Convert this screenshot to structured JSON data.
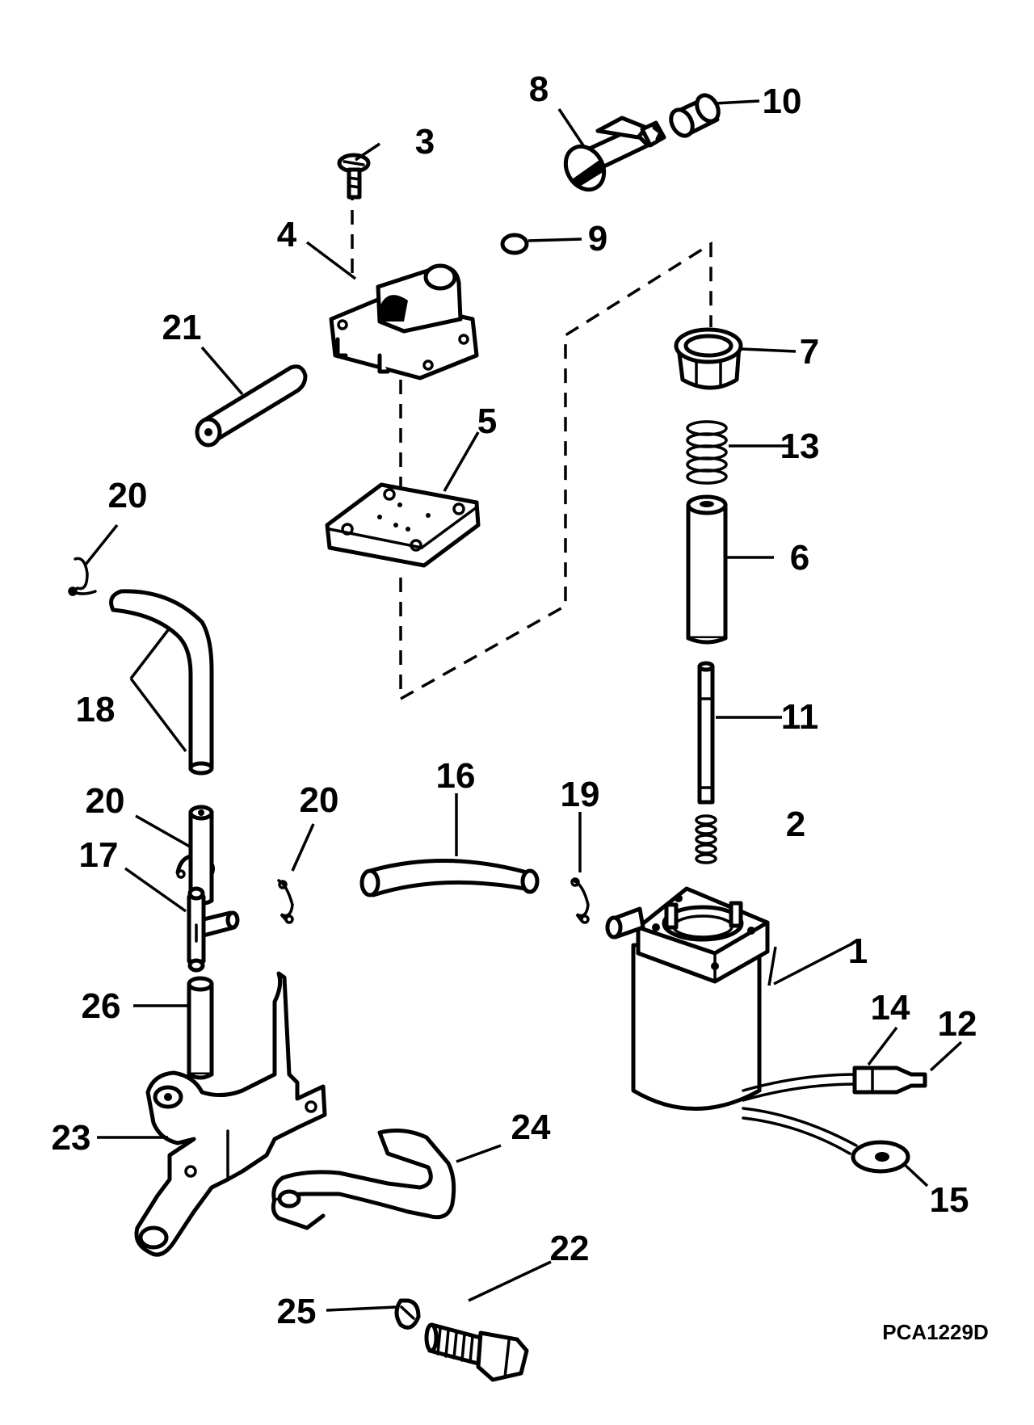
{
  "diagram": {
    "drawing_code": "PCA1229D",
    "callouts": [
      {
        "id": "c1",
        "label": "1"
      },
      {
        "id": "c2",
        "label": "2"
      },
      {
        "id": "c3",
        "label": "3"
      },
      {
        "id": "c4",
        "label": "4"
      },
      {
        "id": "c5",
        "label": "5"
      },
      {
        "id": "c6",
        "label": "6"
      },
      {
        "id": "c7",
        "label": "7"
      },
      {
        "id": "c8",
        "label": "8"
      },
      {
        "id": "c9",
        "label": "9"
      },
      {
        "id": "c10",
        "label": "10"
      },
      {
        "id": "c11",
        "label": "11"
      },
      {
        "id": "c12",
        "label": "12"
      },
      {
        "id": "c13",
        "label": "13"
      },
      {
        "id": "c14",
        "label": "14"
      },
      {
        "id": "c15",
        "label": "15"
      },
      {
        "id": "c16",
        "label": "16"
      },
      {
        "id": "c17",
        "label": "17"
      },
      {
        "id": "c18",
        "label": "18"
      },
      {
        "id": "c19",
        "label": "19"
      },
      {
        "id": "c20a",
        "label": "20"
      },
      {
        "id": "c20b",
        "label": "20"
      },
      {
        "id": "c20c",
        "label": "20"
      },
      {
        "id": "c21",
        "label": "21"
      },
      {
        "id": "c22",
        "label": "22"
      },
      {
        "id": "c23",
        "label": "23"
      },
      {
        "id": "c24",
        "label": "24"
      },
      {
        "id": "c25",
        "label": "25"
      },
      {
        "id": "c26",
        "label": "26"
      }
    ]
  }
}
